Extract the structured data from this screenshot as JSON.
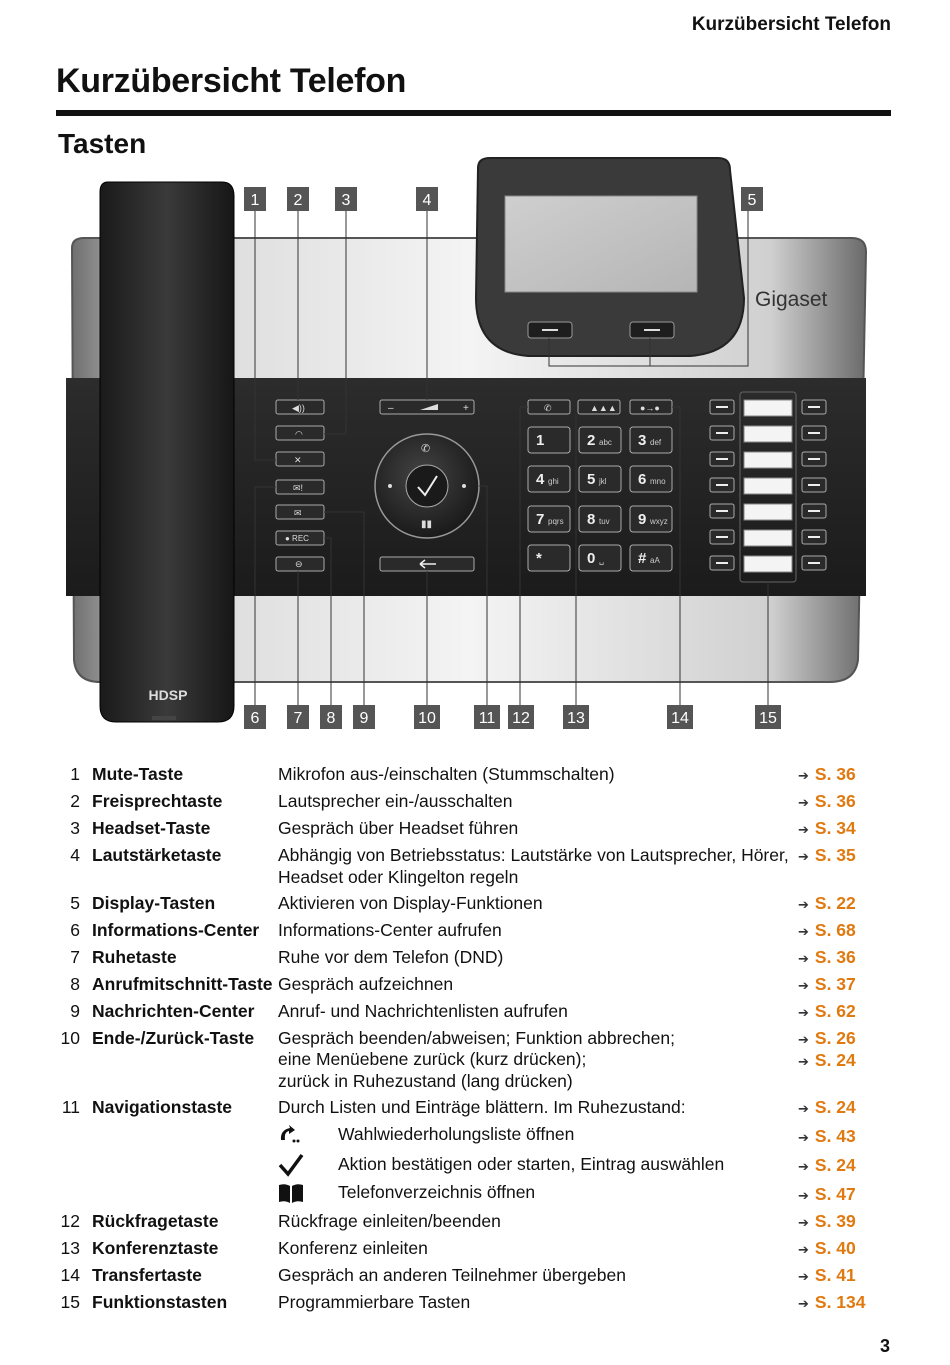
{
  "header": {
    "running_title": "Kurzübersicht Telefon"
  },
  "page": {
    "title": "Kurzübersicht Telefon",
    "section_title": "Tasten",
    "page_number": "3"
  },
  "phone": {
    "brand": "Gigaset",
    "handset_label": "HDSP",
    "keypad": [
      "1",
      "2 abc",
      "3 def",
      "4 ghi",
      "5 jkl",
      "6 mno",
      "7 pqrs",
      "8 tuv",
      "9 wxyz",
      "*",
      "0 ␣",
      "# aA"
    ],
    "rec_label": "● REC",
    "volume_minus": "–",
    "volume_plus": "+",
    "callouts": [
      "1",
      "2",
      "3",
      "4",
      "5",
      "6",
      "7",
      "8",
      "9",
      "10",
      "11",
      "12",
      "13",
      "14",
      "15"
    ]
  },
  "arrow_glyph": "➔",
  "keys": [
    {
      "num": "1",
      "name": "Mute-Taste",
      "desc": [
        "Mikrofon aus-/einschalten (Stummschalten)"
      ],
      "refs": [
        "S. 36"
      ]
    },
    {
      "num": "2",
      "name": "Freisprechtaste",
      "desc": [
        "Lautsprecher ein-/ausschalten"
      ],
      "refs": [
        "S. 36"
      ]
    },
    {
      "num": "3",
      "name": "Headset-Taste",
      "desc": [
        "Gespräch über Headset führen"
      ],
      "refs": [
        "S. 34"
      ]
    },
    {
      "num": "4",
      "name": "Lautstärketaste",
      "desc": [
        "Abhängig von Betriebsstatus: Lautstärke von Lautsprecher, Hörer,",
        "Headset oder Klingelton regeln"
      ],
      "refs": [
        "S. 35"
      ]
    },
    {
      "num": "5",
      "name": "Display-Tasten",
      "desc": [
        "Aktivieren von Display-Funktionen"
      ],
      "refs": [
        "S. 22"
      ]
    },
    {
      "num": "6",
      "name": "Informations-Center",
      "desc": [
        "Informations-Center aufrufen"
      ],
      "refs": [
        "S. 68"
      ]
    },
    {
      "num": "7",
      "name": "Ruhetaste",
      "desc": [
        "Ruhe vor dem Telefon (DND)"
      ],
      "refs": [
        "S. 36"
      ]
    },
    {
      "num": "8",
      "name": "Anrufmitschnitt-Taste",
      "desc": [
        "Gespräch aufzeichnen"
      ],
      "refs": [
        "S. 37"
      ]
    },
    {
      "num": "9",
      "name": "Nachrichten-Center",
      "desc": [
        "Anruf- und Nachrichtenlisten aufrufen"
      ],
      "refs": [
        "S. 62"
      ]
    },
    {
      "num": "10",
      "name": "Ende-/Zurück-Taste",
      "desc": [
        "Gespräch beenden/abweisen; Funktion abbrechen;",
        "eine Menüebene zurück (kurz drücken);",
        "zurück in Ruhezustand (lang drücken)"
      ],
      "refs": [
        "S. 26",
        "S. 24"
      ]
    },
    {
      "num": "11",
      "name": "Navigationstaste",
      "desc": [
        "Durch Listen und Einträge blättern. Im Ruhezustand:"
      ],
      "refs": [
        "S. 24"
      ]
    }
  ],
  "nav_sub": [
    {
      "icon": "redial-icon",
      "text": "Wahlwiederholungsliste öffnen",
      "ref": "S. 43"
    },
    {
      "icon": "checkmark-icon",
      "text": "Aktion bestätigen oder starten, Eintrag auswählen",
      "ref": "S. 24"
    },
    {
      "icon": "phonebook-icon",
      "text": "Telefonverzeichnis öffnen",
      "ref": "S. 47"
    }
  ],
  "keys2": [
    {
      "num": "12",
      "name": "Rückfragetaste",
      "desc": "Rückfrage einleiten/beenden",
      "ref": "S. 39"
    },
    {
      "num": "13",
      "name": "Konferenztaste",
      "desc": "Konferenz einleiten",
      "ref": "S. 40"
    },
    {
      "num": "14",
      "name": "Transfertaste",
      "desc": "Gespräch an anderen Teilnehmer übergeben",
      "ref": "S. 41"
    },
    {
      "num": "15",
      "name": "Funktionstasten",
      "desc": "Programmierbare Tasten",
      "ref": "S. 134"
    }
  ],
  "colors": {
    "accent": "#e07a10",
    "callout_bg": "#555555",
    "text": "#111111"
  }
}
